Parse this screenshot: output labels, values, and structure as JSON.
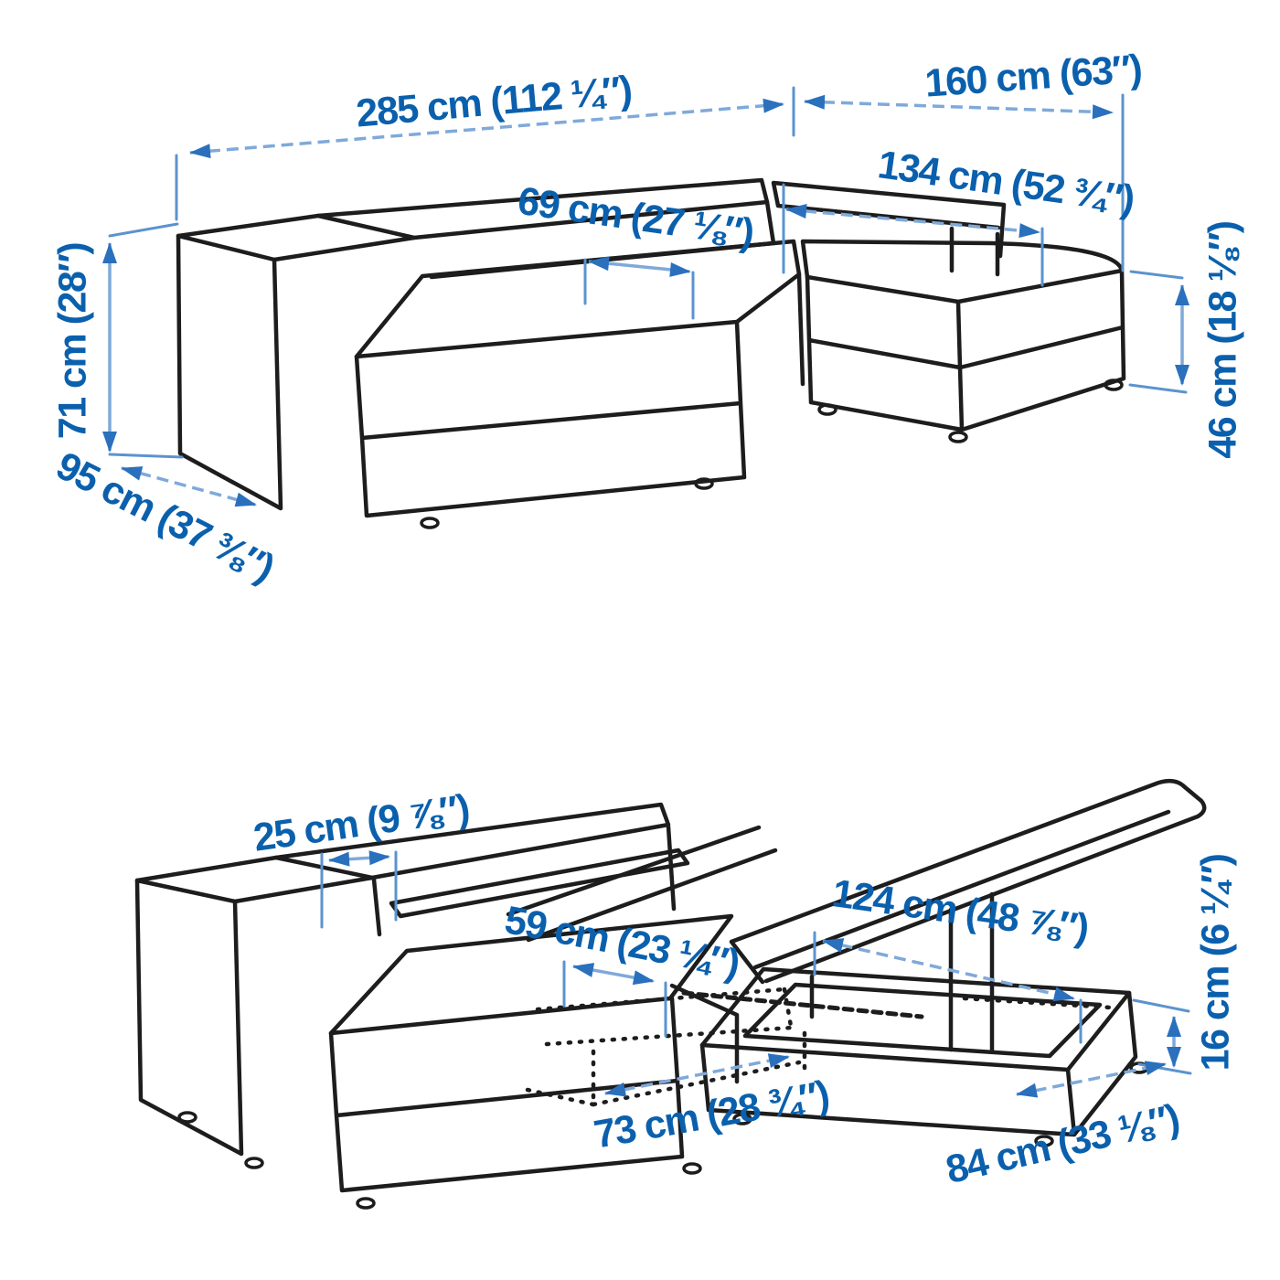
{
  "page": {
    "kind": "furniture dimension diagram",
    "views": [
      "assembled sofa with chaise longues",
      "sofa with headrests raised and storage open"
    ]
  },
  "colors": {
    "dimension_text": "#0a60ad",
    "leader_line": "#7fa9d9",
    "arrowhead": "#2a70bd",
    "extension_line": "#5b93cf",
    "artwork_line": "#1d1d1d",
    "background": "#ffffff"
  },
  "assembled_view": {
    "overall_width": "285 cm (112 ¼″)",
    "chaise_section_width": "160 cm (63″)",
    "left_seat_width": "69 cm (27 ⅛″)",
    "right_chaise_width": "134 cm (52 ¾″)",
    "height": "71 cm (28″)",
    "depth": "95 cm (37 ⅜″)",
    "seat_height": "46 cm (18 ⅛″)"
  },
  "open_view": {
    "headrest_depth": "25 cm (9 ⅞″)",
    "left_storage_width": "59 cm (23 ¼″)",
    "right_storage_width": "124 cm (48 ⅞″)",
    "left_storage_length": "73 cm (28 ¾″)",
    "right_storage_length": "84 cm (33 ⅛″)",
    "storage_depth": "16 cm (6 ¼″)"
  }
}
